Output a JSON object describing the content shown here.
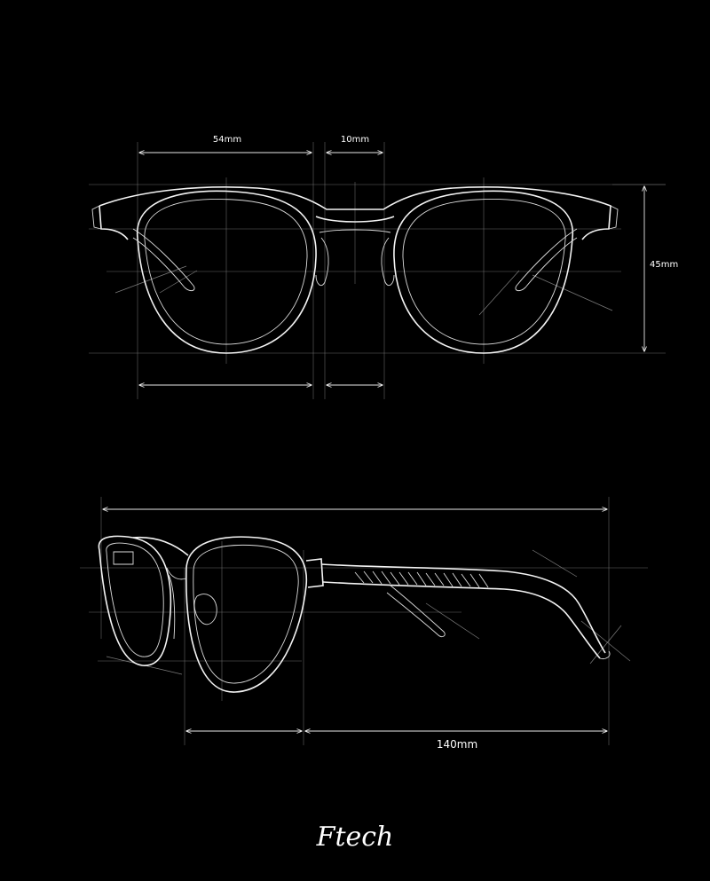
{
  "front_view": {
    "lens_width_label": "54mm",
    "bridge_width_label": "10mm",
    "lens_height_label": "45mm"
  },
  "side_view": {
    "temple_length_label": "140mm"
  },
  "brand": {
    "logo_text": "Ftech"
  }
}
